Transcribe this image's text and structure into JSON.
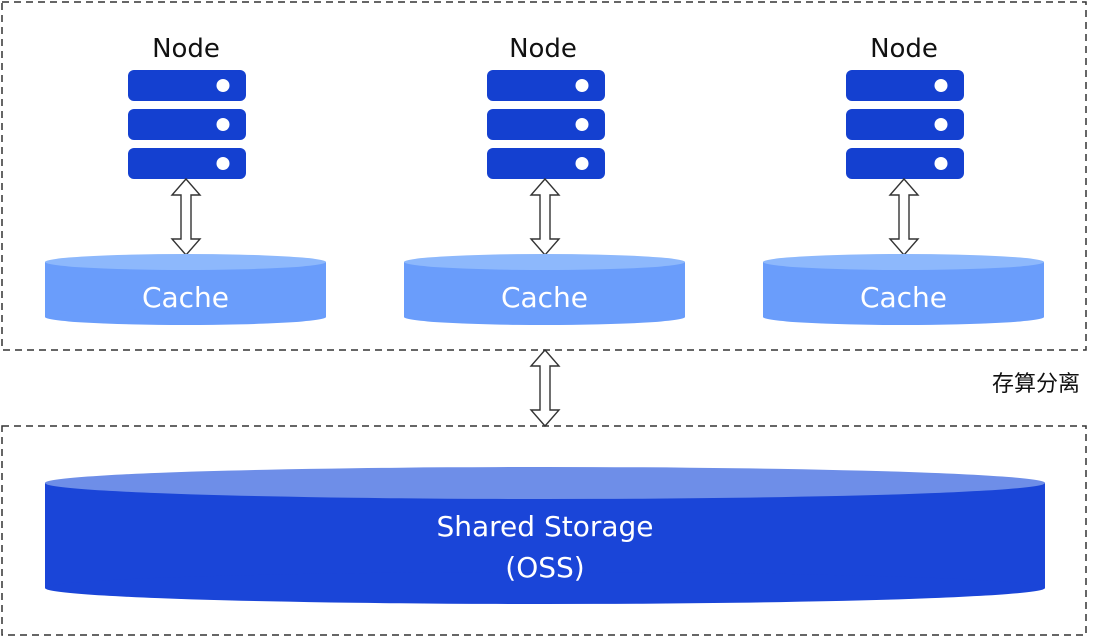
{
  "compute_layer": {
    "nodes": [
      {
        "label": "Node",
        "cache_label": "Cache"
      },
      {
        "label": "Node",
        "cache_label": "Cache"
      },
      {
        "label": "Node",
        "cache_label": "Cache"
      }
    ]
  },
  "separation_label": "存算分离",
  "storage": {
    "title": "Shared Storage",
    "subtitle": "(OSS)"
  },
  "colors": {
    "server": "#1440d0",
    "server_dot": "#ffffff",
    "cache_body": "#6a9dfb",
    "cache_top": "#8db8fc",
    "storage_body": "#1a45d8",
    "storage_top": "#6e8ee8",
    "border": "#333333"
  }
}
